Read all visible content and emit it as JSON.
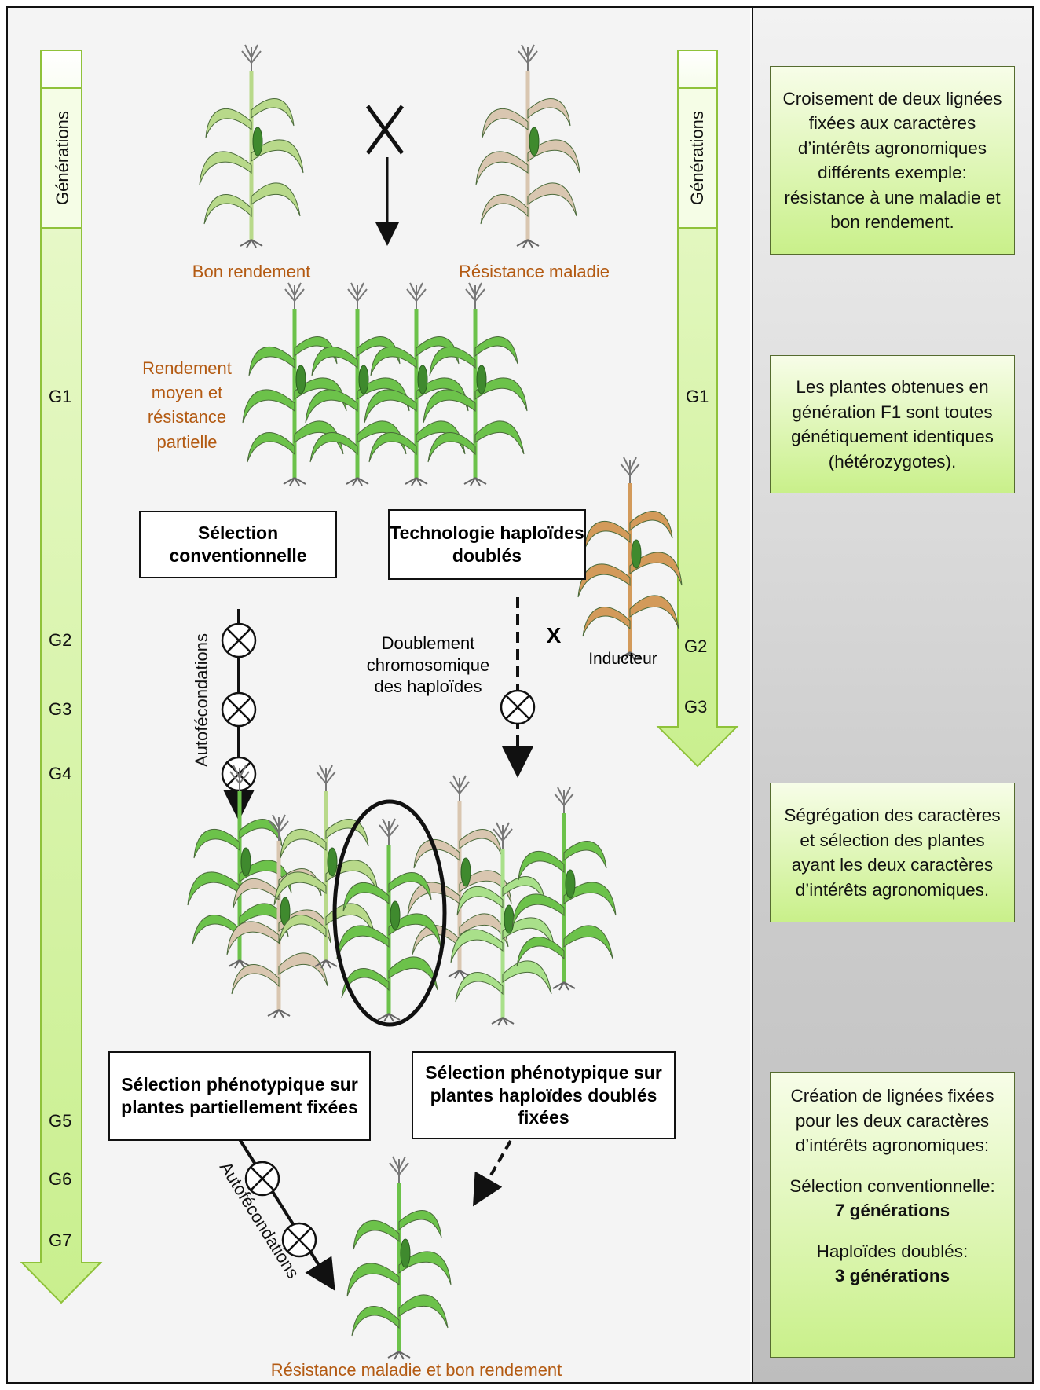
{
  "left_arrow": {
    "title": "Générations",
    "labels": [
      "G1",
      "G2",
      "G3",
      "G4",
      "G5",
      "G6",
      "G7"
    ]
  },
  "right_arrow": {
    "title": "Générations",
    "labels": [
      "G1",
      "G2",
      "G3"
    ]
  },
  "plants": {
    "parent_left_label": "Bon rendement",
    "parent_right_label": "Résistance maladie",
    "f1_label": "Rendement moyen et résistance partielle",
    "final_label": "Résistance maladie et bon rendement",
    "inducer_label": "Inducteur"
  },
  "boxes": {
    "conventional": "Sélection conventionnelle",
    "haploid_tech": "Technologie haploïdes doublés",
    "pheno_partial": "Sélection phénotypique sur plantes partiellement fixées",
    "pheno_haploid": "Sélection phénotypique sur plantes haploïdes doublés fixées"
  },
  "process": {
    "selfing_label_1": "Autofécondations",
    "selfing_label_2": "Autofécondations",
    "doubling_label": "Doublement chromosomique des haploïdes",
    "cross_symbol": "X",
    "inducer_cross_symbol": "X"
  },
  "info_boxes": {
    "box1": "Croisement de deux lignées fixées aux caractères d’intérêts agronomiques différents exemple: résistance à une maladie et bon rendement.",
    "box2": "Les plantes obtenues en génération F1 sont toutes génétiquement identiques (hétérozygotes).",
    "box3": "Ségrégation des caractères et sélection des plantes ayant les deux caractères d’intérêts agronomiques.",
    "box4_intro": "Création de lignées fixées pour les deux caractères d’intérêts agronomiques:",
    "box4_conv_label": "Sélection conventionnelle:",
    "box4_conv_value": "7 générations",
    "box4_dh_label": "Haploïdes doublés:",
    "box4_dh_value": "3 générations"
  },
  "colors": {
    "arrow_fill": "#d9f5a9",
    "arrow_stroke": "#8fc23a",
    "plant_green": "#6cc24a",
    "plant_light": "#b8d98a",
    "plant_beige": "#d9c6b0",
    "plant_orange": "#d39a5a",
    "text_brown": "#b35a12"
  }
}
